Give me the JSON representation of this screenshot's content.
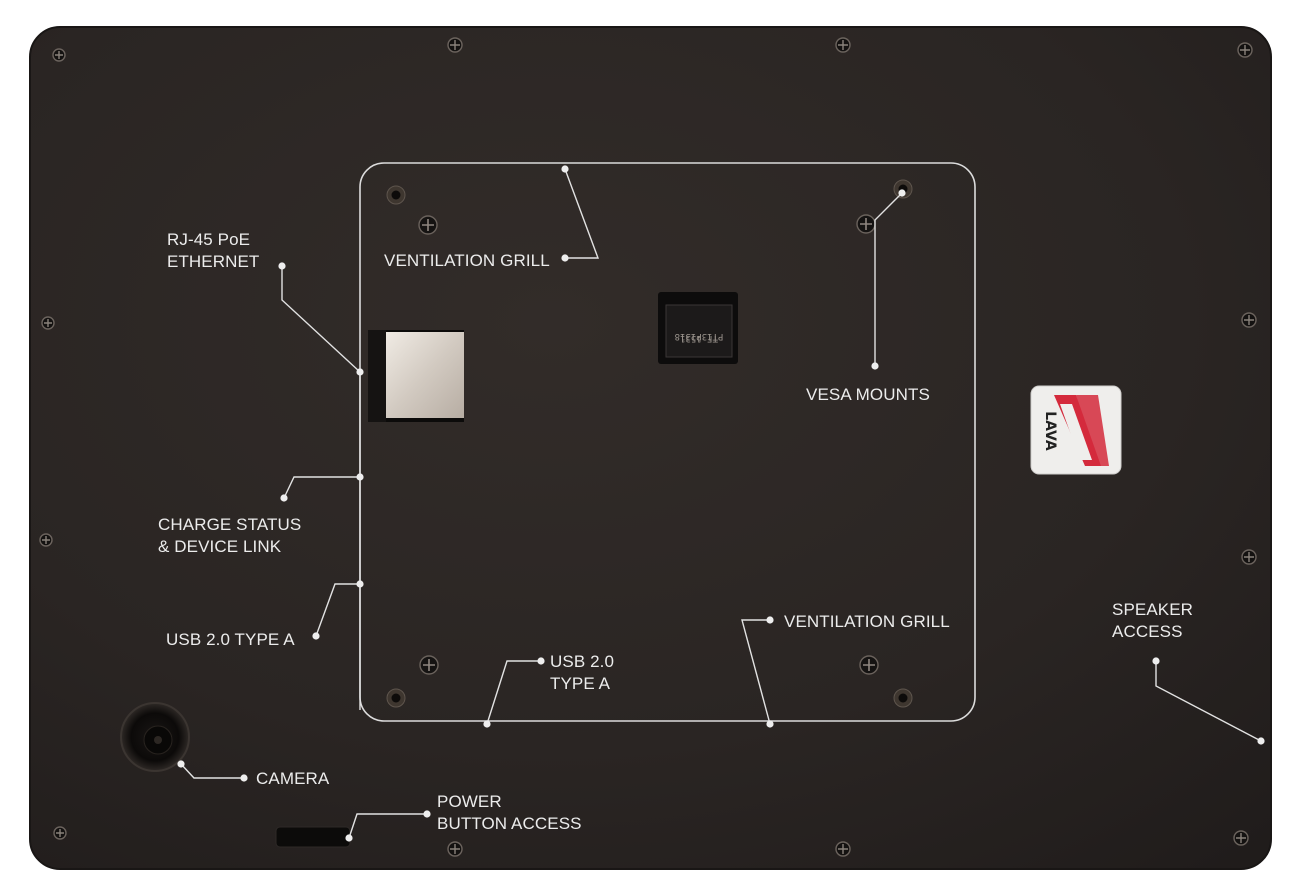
{
  "labels": {
    "rj45": {
      "line1": "RJ-45 PoE",
      "line2": "ETHERNET"
    },
    "ventilation_top": "VENTILATION GRILL",
    "vesa": "VESA MOUNTS",
    "charge": {
      "line1": "CHARGE STATUS",
      "line2": "& DEVICE LINK"
    },
    "usb_left": "USB 2.0 TYPE A",
    "usb_bottom": {
      "line1": "USB 2.0",
      "line2": "TYPE A"
    },
    "ventilation_bottom": "VENTILATION GRILL",
    "speaker": {
      "line1": "SPEAKER",
      "line2": "ACCESS"
    },
    "camera": "CAMERA",
    "power": {
      "line1": "POWER",
      "line2": "BUTTON ACCESS"
    }
  },
  "chip_markings": {
    "line1": "PT13P1318",
    "line2": "TF 1531"
  },
  "logo_text": "LAVA",
  "colors": {
    "panel": "#2b2624",
    "panel_edge": "#1f1b1a",
    "callout": "#e8e8e8",
    "logo_red": "#d42a3c",
    "label_text": "#ececec"
  }
}
